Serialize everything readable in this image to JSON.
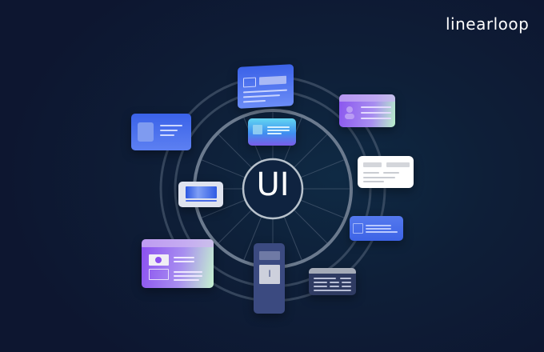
{
  "brand": {
    "logo_text": "linearloop"
  },
  "hub": {
    "label": "UI"
  },
  "tile": {
    "label": "I"
  },
  "colors": {
    "background_dark": "#0d1630",
    "background_mid": "#0f2a44",
    "ring": "#5b6b80",
    "blue": "#3b6cf0",
    "purple": "#8b5cf6",
    "mint": "#a7f3d0",
    "cyan": "#5fd4f2",
    "navy_card": "#3b4a80"
  },
  "cards": [
    {
      "id": "top-blue-card",
      "type": "content"
    },
    {
      "id": "inner-gradient-card",
      "type": "image-text"
    },
    {
      "id": "left-image-card",
      "type": "image-text"
    },
    {
      "id": "left-banner-card",
      "type": "banner"
    },
    {
      "id": "right-profile-card",
      "type": "profile"
    },
    {
      "id": "right-white-card",
      "type": "text"
    },
    {
      "id": "right-blue-card",
      "type": "image-text"
    },
    {
      "id": "bottom-left-profile-card",
      "type": "profile-form"
    },
    {
      "id": "bottom-tall-card",
      "type": "mobile"
    },
    {
      "id": "bottom-table-card",
      "type": "table"
    }
  ]
}
